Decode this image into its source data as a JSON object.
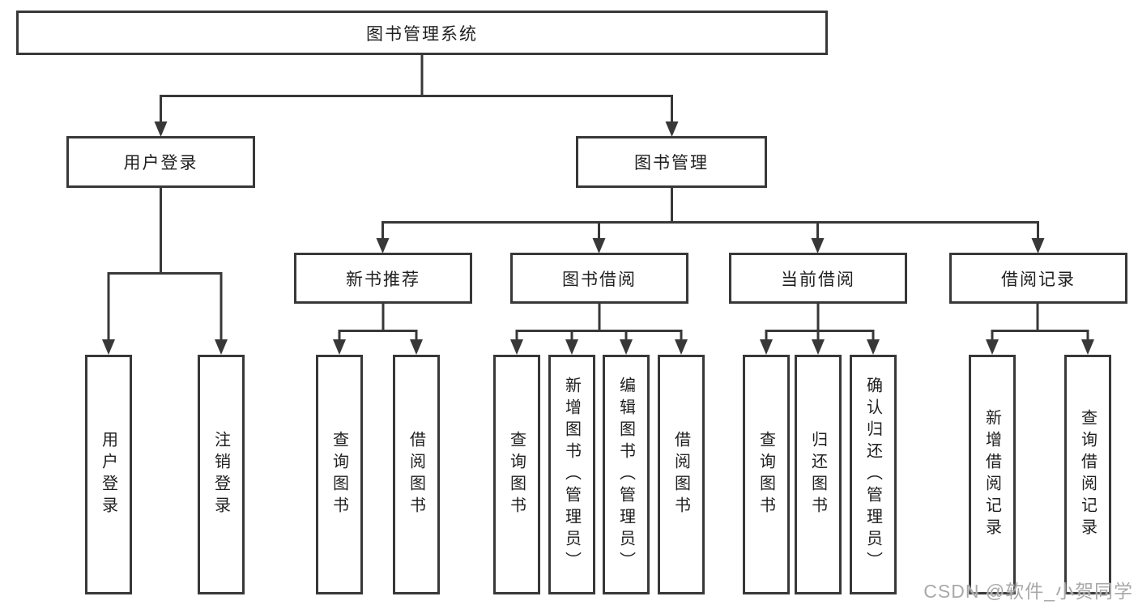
{
  "tree": {
    "root": "图书管理系统",
    "children": [
      {
        "label": "用户登录",
        "children": [
          "用户登录",
          "注销登录"
        ]
      },
      {
        "label": "图书管理",
        "children": [
          {
            "label": "新书推荐",
            "children": [
              "查询图书",
              "借阅图书"
            ]
          },
          {
            "label": "图书借阅",
            "children": [
              "查询图书",
              "新增图书（管理员）",
              "编辑图书（管理员）",
              "借阅图书"
            ]
          },
          {
            "label": "当前借阅",
            "children": [
              "查询图书",
              "归还图书",
              "确认归还（管理员）"
            ]
          },
          {
            "label": "借阅记录",
            "children": [
              "新增借阅记录",
              "查询借阅记录"
            ]
          }
        ]
      }
    ]
  },
  "watermark": {
    "text": "CSDN @软件_小贺同学"
  },
  "colors": {
    "line": "#383838",
    "box_border": "#383838",
    "text": "#1f1f1f",
    "watermark": "#a9a9a9",
    "background": "#ffffff"
  }
}
